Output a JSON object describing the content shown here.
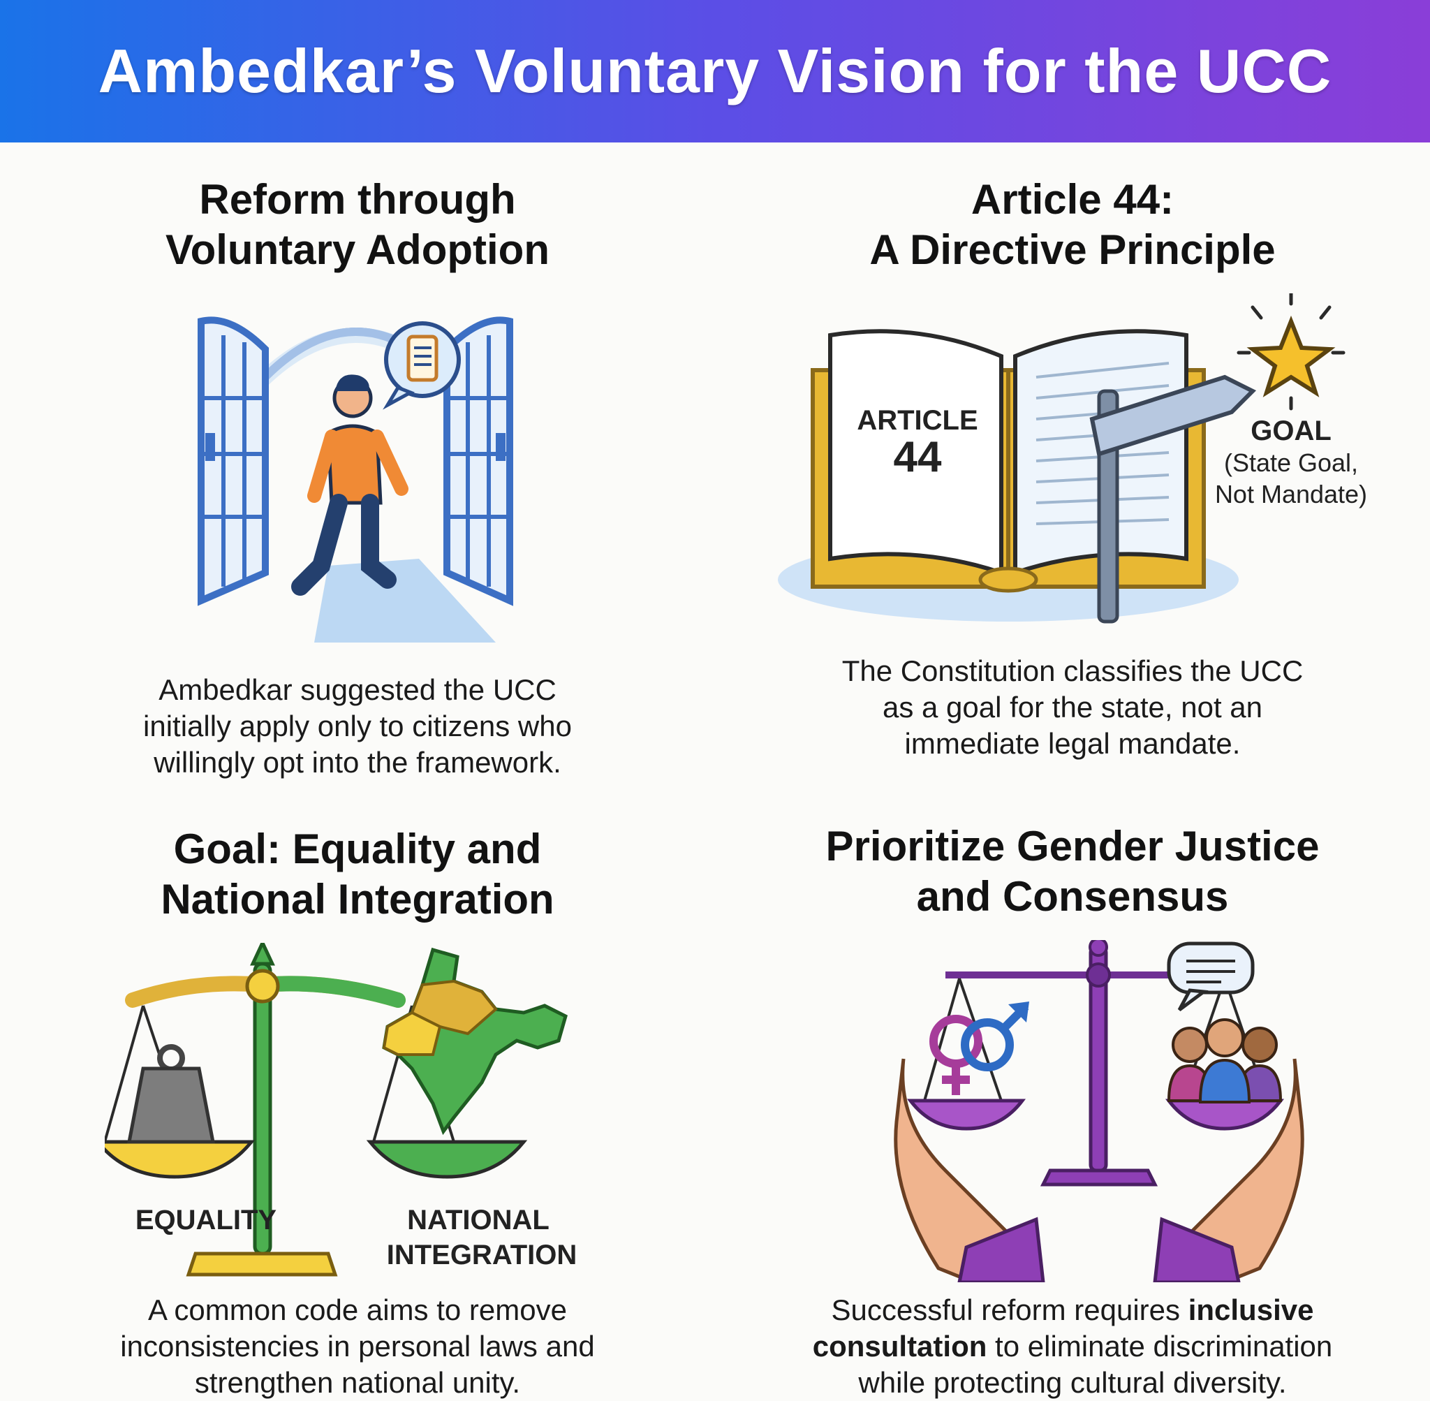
{
  "title": "Ambedkar’s Voluntary Vision for the UCC",
  "panels": {
    "reform": {
      "heading": [
        "Reform through",
        "Voluntary Adoption"
      ],
      "body": [
        "Ambedkar suggested the UCC",
        "initially apply only to citizens who",
        "willingly opt into the framework."
      ]
    },
    "article": {
      "heading": [
        "Article 44:",
        "A Directive Principle"
      ],
      "book_label": "ARTICLE",
      "book_number": "44",
      "goal_label": "GOAL",
      "goal_note_1": "(State Goal,",
      "goal_note_2": "Not Mandate)",
      "body": [
        "The Constitution classifies the UCC",
        "as a goal for the state, not an",
        "immediate legal mandate."
      ]
    },
    "goal": {
      "heading": [
        "Goal: Equality and",
        "National Integration"
      ],
      "left_label": "EQUALITY",
      "right_label_1": "NATIONAL",
      "right_label_2": "INTEGRATION",
      "body": [
        "A common code aims to remove",
        "inconsistencies in personal laws and",
        "strengthen national unity."
      ]
    },
    "gender": {
      "heading": [
        "Prioritize Gender Justice",
        "and Consensus"
      ],
      "body_1a": "Successful reform requires ",
      "body_1b": "inclusive",
      "body_2a": "consultation",
      "body_2b": " to eliminate discrimination",
      "body_3": "while protecting cultural diversity."
    }
  },
  "colors": {
    "banner_start": "#1a73e8",
    "banner_end": "#8a3ed8",
    "door_blue": "#3c6fc4",
    "gold": "#e0b23a",
    "green": "#4caf50",
    "purple": "#8e3fb5"
  },
  "icons": [
    "door-icon",
    "person-walking-icon",
    "scroll-bubble-icon",
    "open-book-icon",
    "signpost-icon",
    "star-icon",
    "balance-scale-icon",
    "weight-icon",
    "india-map-puzzle-icon",
    "gender-symbols-icon",
    "people-group-icon",
    "speech-bubble-icon",
    "open-hands-icon"
  ]
}
